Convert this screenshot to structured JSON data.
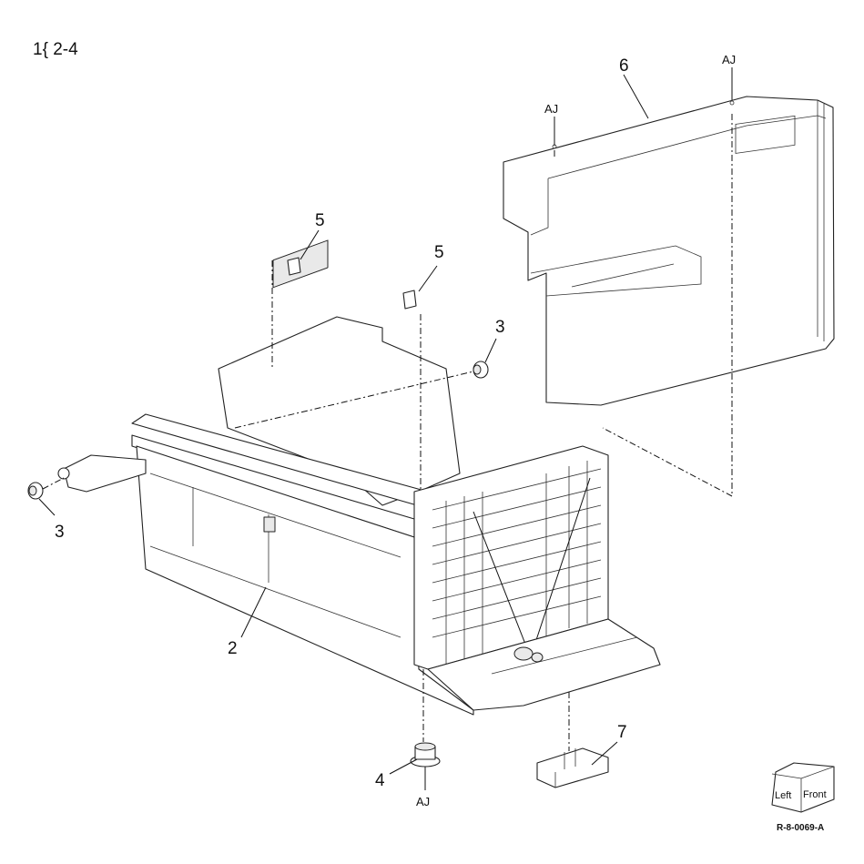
{
  "figure": {
    "title": "1{ 2-4",
    "reference_code": "R-8-0069-A",
    "callouts": [
      {
        "id": "c2",
        "label": "2"
      },
      {
        "id": "c3a",
        "label": "3"
      },
      {
        "id": "c3b",
        "label": "3"
      },
      {
        "id": "c4",
        "label": "4"
      },
      {
        "id": "c5a",
        "label": "5"
      },
      {
        "id": "c5b",
        "label": "5"
      },
      {
        "id": "c6",
        "label": "6"
      },
      {
        "id": "c7",
        "label": "7"
      }
    ],
    "aj_marks": [
      "AJ",
      "AJ",
      "AJ"
    ],
    "orientation_box": {
      "left_face": "Left",
      "front_face": "Front"
    }
  }
}
